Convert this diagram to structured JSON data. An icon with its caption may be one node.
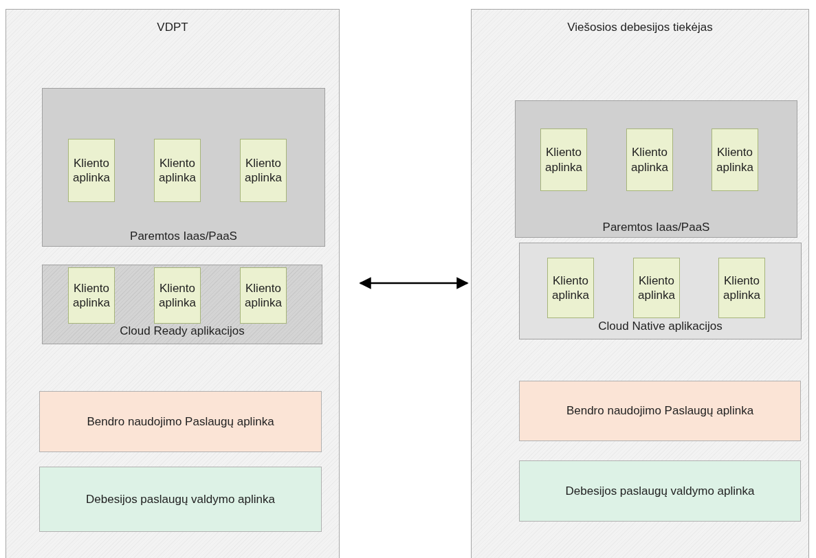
{
  "diagram": {
    "nodes": [
      {
        "text": [
          "VDPT"
        ]
      },
      {
        "text": [
          "Paremtos Iaas/PaaS"
        ],
        "in": 0
      },
      {
        "text": [
          "Kliento aplinka"
        ],
        "in": 1
      },
      {
        "text": [
          "Kliento aplinka"
        ],
        "in": 1
      },
      {
        "text": [
          "Kliento aplinka"
        ],
        "in": 1
      },
      {
        "text": [
          "Cloud Ready aplikacijos"
        ],
        "in": 0
      },
      {
        "text": [
          "Kliento aplinka"
        ],
        "in": 5
      },
      {
        "text": [
          "Kliento aplinka"
        ],
        "in": 5
      },
      {
        "text": [
          "Kliento aplinka"
        ],
        "in": 5
      },
      {
        "text": [
          "Bendro naudojimo Paslaugų aplinka"
        ],
        "in": 0
      },
      {
        "text": [
          "Debesijos paslaugų valdymo aplinka"
        ],
        "in": 0
      },
      {
        "text": [
          "Viešosios debesijos tiekėjas"
        ]
      },
      {
        "text": [
          "Paremtos Iaas/PaaS"
        ],
        "in": 11
      },
      {
        "text": [
          "Kliento aplinka"
        ],
        "in": 12
      },
      {
        "text": [
          "Kliento aplinka"
        ],
        "in": 12
      },
      {
        "text": [
          "Kliento aplinka"
        ],
        "in": 12
      },
      {
        "text": [
          "Cloud Native aplikacijos"
        ],
        "in": 11
      },
      {
        "text": [
          "Kliento aplinka"
        ],
        "in": 16
      },
      {
        "text": [
          "Kliento aplinka"
        ],
        "in": 16
      },
      {
        "text": [
          "Kliento aplinka"
        ],
        "in": 16
      },
      {
        "text": [
          "Bendro naudojimo Paslaugų aplinka"
        ],
        "in": 11
      },
      {
        "text": [
          "Debesijos paslaugų valdymo aplinka"
        ],
        "in": 11
      }
    ],
    "edges": [
      {
        "from": 0,
        "to": 11,
        "arrow": "both"
      }
    ]
  }
}
